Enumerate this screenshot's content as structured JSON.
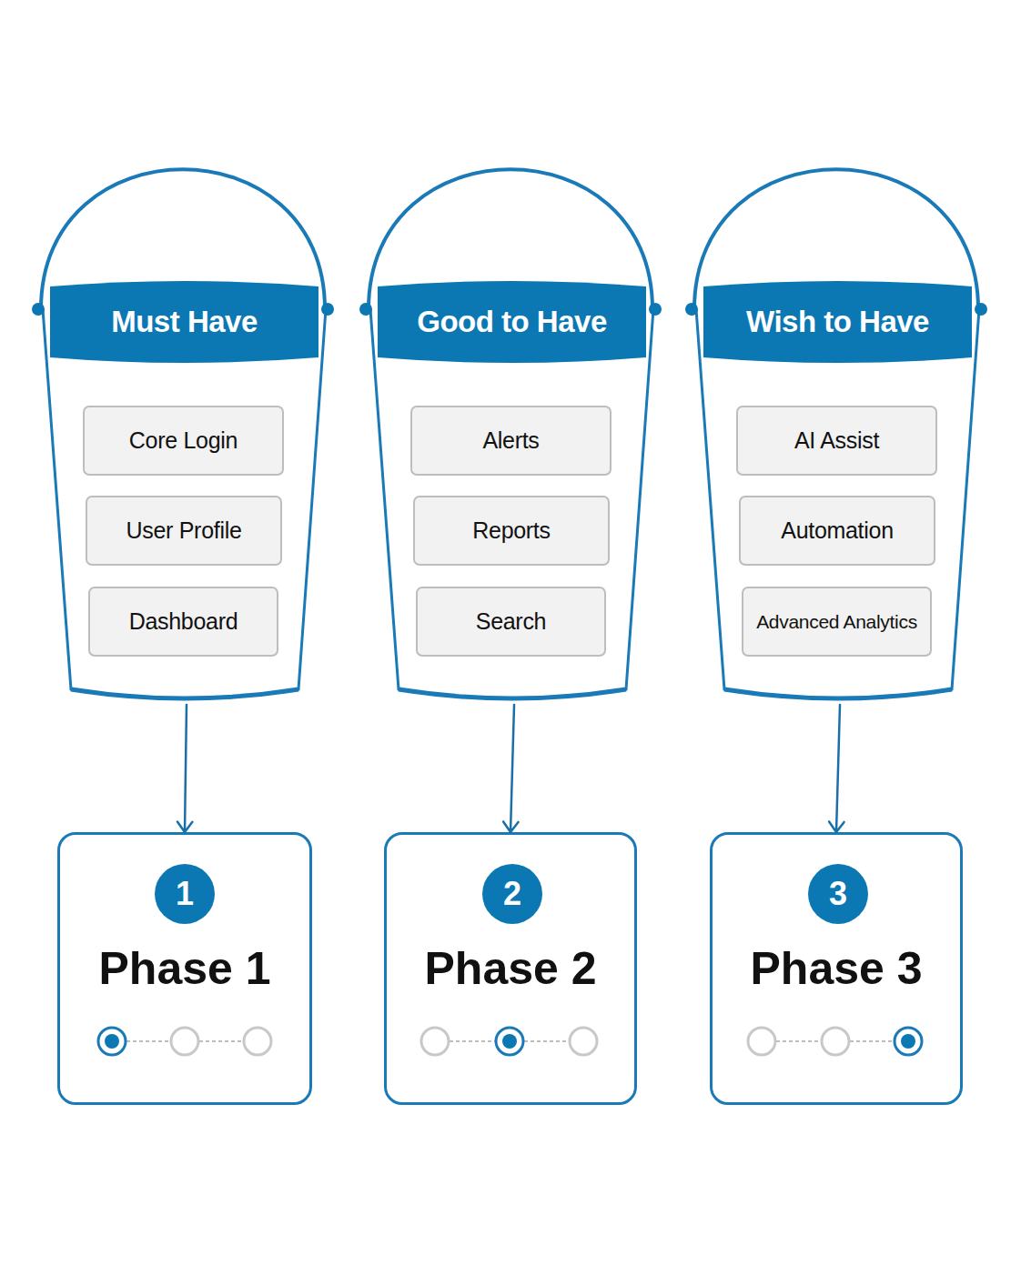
{
  "diagram": {
    "nodes": [
      {
        "text": [
          "Must Have"
        ]
      },
      {
        "text": [
          "Core Login"
        ],
        "in": 0
      },
      {
        "text": [
          "User Profile"
        ],
        "in": 0
      },
      {
        "text": [
          "Dashboard"
        ],
        "in": 0
      },
      {
        "text": [
          "Good to Have"
        ]
      },
      {
        "text": [
          "Alerts"
        ],
        "in": 4
      },
      {
        "text": [
          "Reports"
        ],
        "in": 4
      },
      {
        "text": [
          "Search"
        ],
        "in": 4
      },
      {
        "text": [
          "Wish to Have"
        ]
      },
      {
        "text": [
          "AI Assist"
        ],
        "in": 8
      },
      {
        "text": [
          "Automation"
        ],
        "in": 8
      },
      {
        "text": [
          "Advanced Analytics"
        ],
        "in": 8
      },
      {
        "text": [
          "Phase 1"
        ]
      },
      {
        "text": [
          "1"
        ],
        "in": 12
      },
      {
        "text": [
          "Phase 2"
        ]
      },
      {
        "text": [
          "2"
        ],
        "in": 14
      },
      {
        "text": [
          "Phase 3"
        ]
      },
      {
        "text": [
          "3"
        ],
        "in": 16
      }
    ],
    "edges": [
      {
        "from": 0,
        "to": 12,
        "arrow": "to"
      },
      {
        "from": 4,
        "to": 14,
        "arrow": "to"
      },
      {
        "from": 8,
        "to": 16,
        "arrow": "to"
      }
    ]
  }
}
